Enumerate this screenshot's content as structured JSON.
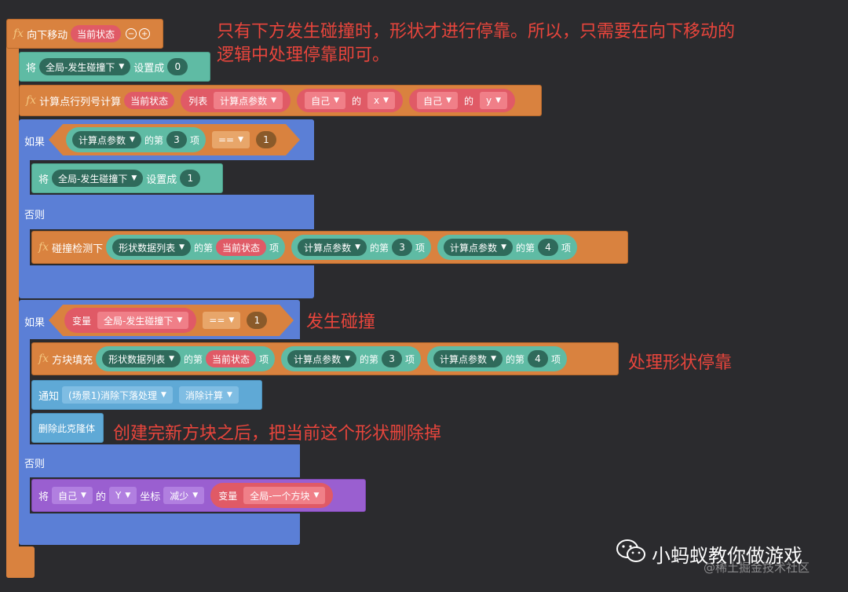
{
  "func": {
    "name": "向下移动",
    "param": "当前状态"
  },
  "row1": {
    "prefix": "将",
    "var": "全局-发生碰撞下",
    "mid": "设置成",
    "val": "0"
  },
  "row2": {
    "name": "计算点行列号计算",
    "arg1": "当前状态",
    "list_label": "列表",
    "list_var": "计算点参数",
    "self1": "自己",
    "of1": "的",
    "prop1": "x",
    "self2": "自己",
    "of2": "的",
    "prop2": "y"
  },
  "if1": {
    "label": "如果",
    "list": "计算点参数",
    "nth": "的第",
    "idx": "3",
    "item": "项",
    "op": "==",
    "val": "1"
  },
  "row_set1": {
    "prefix": "将",
    "var": "全局-发生碰撞下",
    "mid": "设置成",
    "val": "1"
  },
  "else1": "否则",
  "collide": {
    "name": "碰撞检测下",
    "list1": "形状数据列表",
    "nth1": "的第",
    "state": "当前状态",
    "item1": "项",
    "list2": "计算点参数",
    "nth2": "的第",
    "idx2": "3",
    "item2": "项",
    "list3": "计算点参数",
    "nth3": "的第",
    "idx3": "4",
    "item3": "项"
  },
  "if2": {
    "label": "如果",
    "var_label": "变量",
    "var": "全局-发生碰撞下",
    "op": "==",
    "val": "1"
  },
  "fill": {
    "name": "方块填充",
    "list1": "形状数据列表",
    "nth1": "的第",
    "state": "当前状态",
    "item1": "项",
    "list2": "计算点参数",
    "nth2": "的第",
    "idx2": "3",
    "item2": "项",
    "list3": "计算点参数",
    "nth3": "的第",
    "idx3": "4",
    "item3": "项"
  },
  "notify": {
    "label": "通知",
    "target": "(场景1)消除下落处理",
    "msg": "消除计算"
  },
  "delete_clone": "删除此克隆体",
  "else2": "否则",
  "move": {
    "prefix": "将",
    "self": "自己",
    "of": "的",
    "axis": "Y",
    "coord": "坐标",
    "action": "减少",
    "var_label": "变量",
    "var": "全局-一个方块"
  },
  "annotations": {
    "a1_line1": "只有下方发生碰撞时，形状才进行停靠。所以，只需要在向下移动的",
    "a1_line2": "逻辑中处理停靠即可。",
    "a2": "发生碰撞",
    "a3": "处理形状停靠",
    "a4": "创建完新方块之后，把当前这个形状删除掉"
  },
  "watermark": {
    "brand": "小蚂蚁教你做游戏",
    "site": "@稀土掘金技术社区"
  }
}
